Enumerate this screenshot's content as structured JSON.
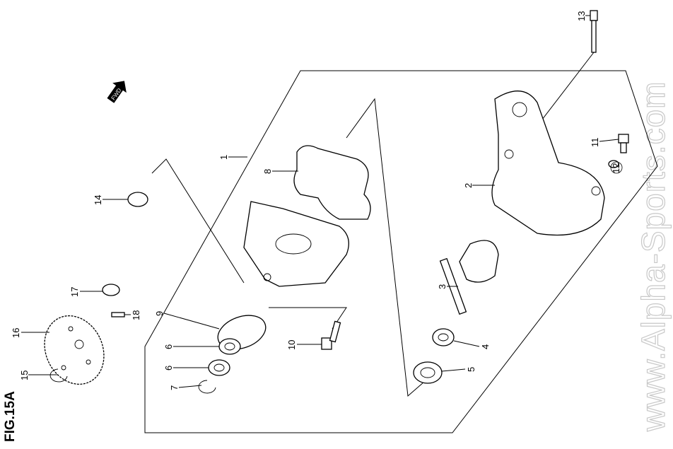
{
  "figure_title": "FIG.15A",
  "watermark": "www.Alpha-Sports.com",
  "fwd_arrow_label": "FWD",
  "part_labels": {
    "p1": "1",
    "p2": "2",
    "p3": "3",
    "p4": "4",
    "p5": "5",
    "p6a": "6",
    "p6b": "6",
    "p7": "7",
    "p8": "8",
    "p9": "9",
    "p10": "10",
    "p11": "11",
    "p12": "12",
    "p13": "13",
    "p14": "14",
    "p15": "15",
    "p16": "16",
    "p17": "17",
    "p18": "18"
  }
}
